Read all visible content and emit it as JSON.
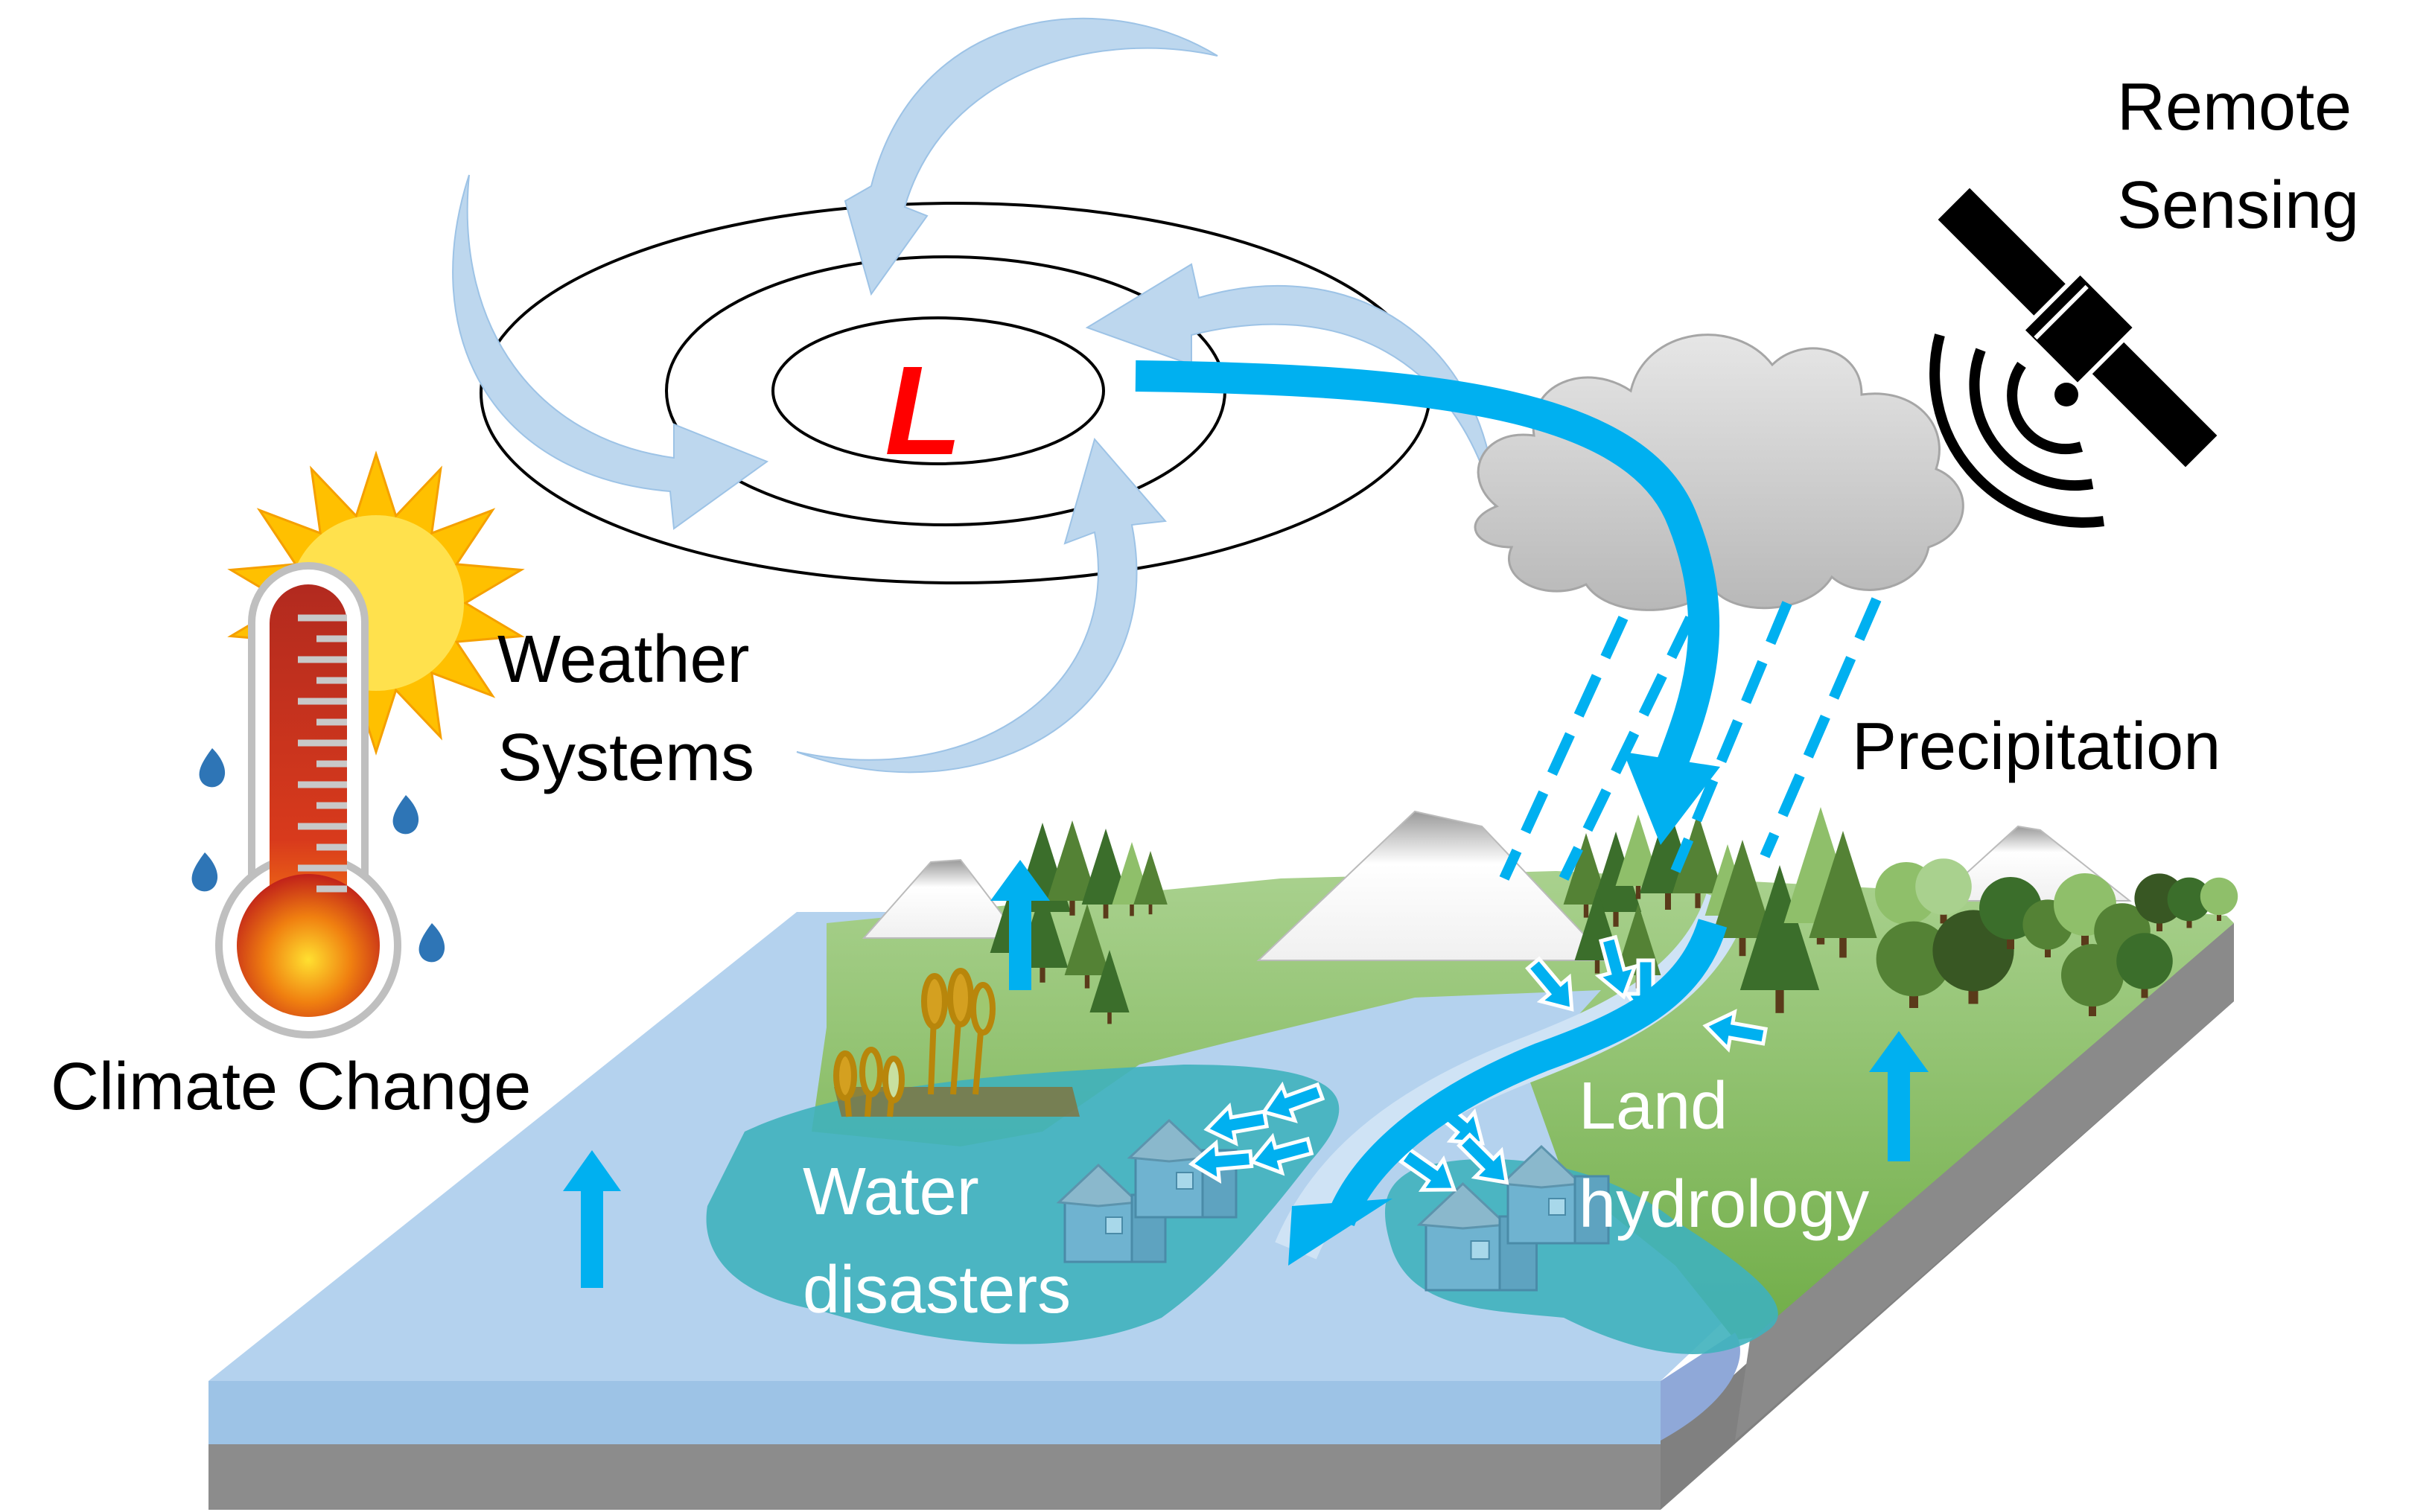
{
  "low_pressure": {
    "symbol": "L",
    "color": "#ff0000"
  },
  "labels": {
    "remote_sensing": [
      "Remote",
      "Sensing"
    ],
    "weather_systems": [
      "Weather",
      "Systems"
    ],
    "precipitation": "Precipitation",
    "climate_change": "Climate Change",
    "land_hydrology": [
      "Land",
      "hydrology"
    ],
    "water_disasters": [
      "Water",
      "disasters"
    ]
  },
  "icons": [
    "satellite-icon",
    "cloud-icon",
    "thermometer-icon",
    "sun-icon",
    "water-drop-icon",
    "house-icon",
    "tree-icon",
    "mountain-icon",
    "wheat-icon"
  ],
  "colors": {
    "flow_arrow": "#00b0f0",
    "wind_arrow": "#bdd7ee",
    "sea": "#b4d2ee",
    "flood_water": "#3fb1bc",
    "land": "#8fc46a",
    "slab_side": "#8c8c8c"
  }
}
